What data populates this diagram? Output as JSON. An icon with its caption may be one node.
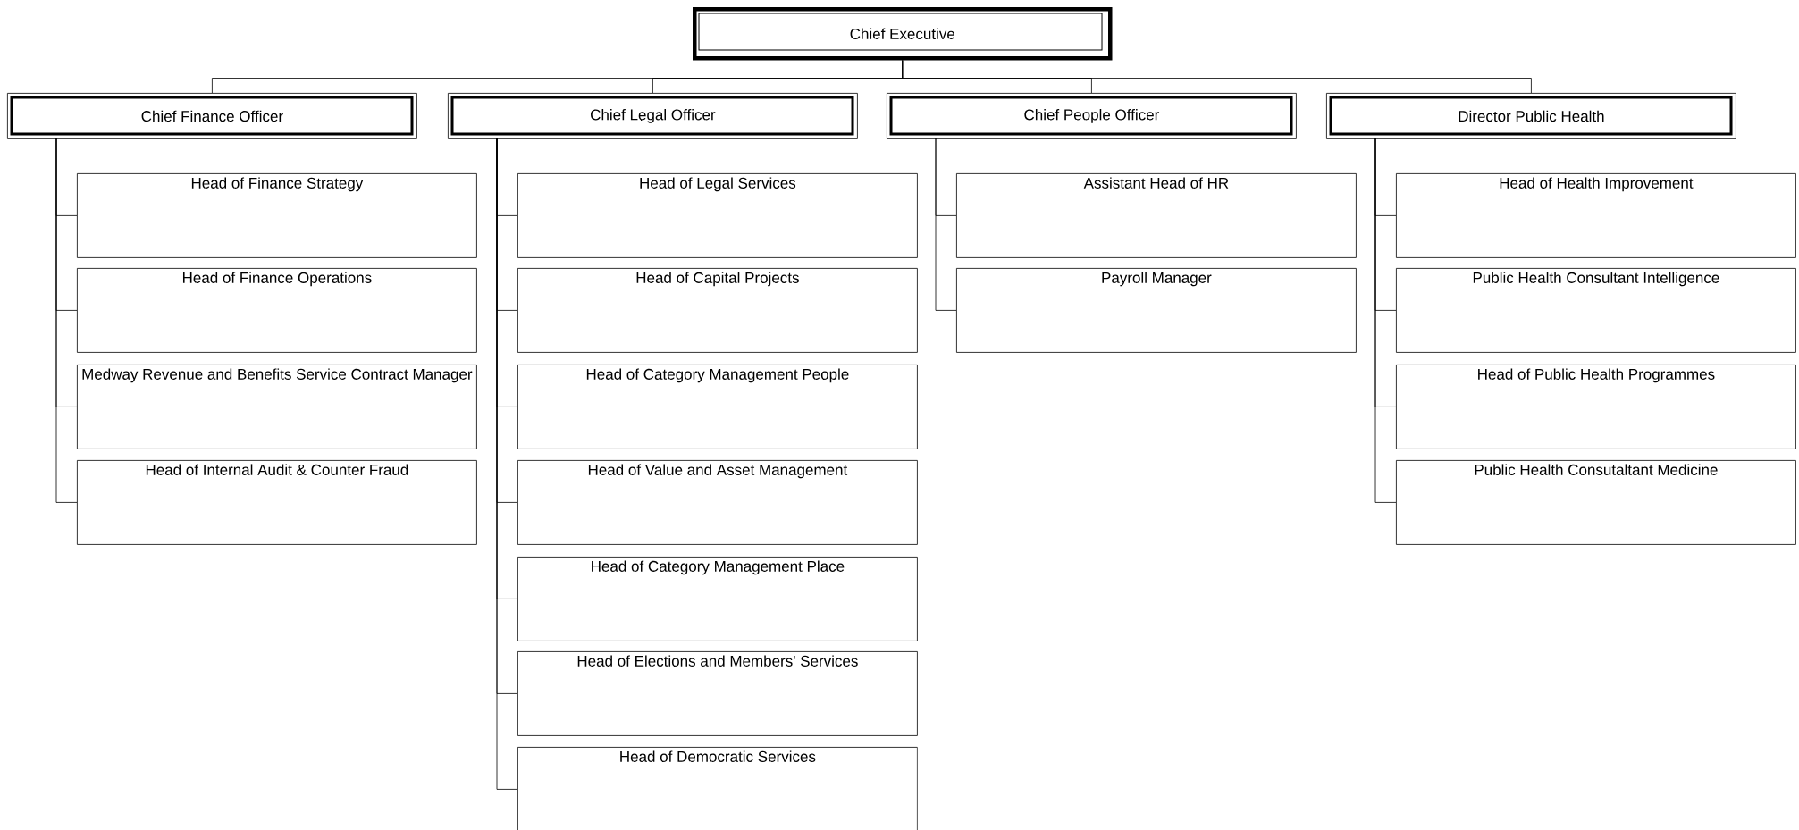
{
  "diagram": {
    "nodes": [
      {
        "text": [
          "Chief Executive"
        ]
      },
      {
        "text": [
          "Chief Finance Officer"
        ]
      },
      {
        "text": [
          "Chief Legal Officer"
        ]
      },
      {
        "text": [
          "Chief People Officer"
        ]
      },
      {
        "text": [
          "Director Public Health"
        ]
      },
      {
        "text": [
          "Head of Finance Strategy"
        ]
      },
      {
        "text": [
          "Head of Finance Operations"
        ]
      },
      {
        "text": [
          "Medway Revenue and Benefits Service Contract Manager"
        ]
      },
      {
        "text": [
          "Head of Internal Audit & Counter Fraud"
        ]
      },
      {
        "text": [
          "Head of Legal Services"
        ]
      },
      {
        "text": [
          "Head of Capital Projects"
        ]
      },
      {
        "text": [
          "Head of Category Management People"
        ]
      },
      {
        "text": [
          "Head of Value and Asset Management"
        ]
      },
      {
        "text": [
          "Head of Category Management Place"
        ]
      },
      {
        "text": [
          "Head of Elections and Members' Services"
        ]
      },
      {
        "text": [
          "Head of Democratic Services"
        ]
      },
      {
        "text": [
          "Assistant Head of HR"
        ]
      },
      {
        "text": [
          "Payroll Manager"
        ]
      },
      {
        "text": [
          "Head of Health Improvement"
        ]
      },
      {
        "text": [
          "Public Health Consultant Intelligence"
        ]
      },
      {
        "text": [
          "Head of Public Health Programmes"
        ]
      },
      {
        "text": [
          "Public Health Consutaltant Medicine"
        ]
      }
    ],
    "edges": [
      {
        "from": 0,
        "to": 1,
        "arrow": "none"
      },
      {
        "from": 0,
        "to": 2,
        "arrow": "none"
      },
      {
        "from": 0,
        "to": 3,
        "arrow": "none"
      },
      {
        "from": 0,
        "to": 4,
        "arrow": "none"
      },
      {
        "from": 1,
        "to": 5,
        "arrow": "none"
      },
      {
        "from": 1,
        "to": 6,
        "arrow": "none"
      },
      {
        "from": 1,
        "to": 7,
        "arrow": "none"
      },
      {
        "from": 1,
        "to": 8,
        "arrow": "none"
      },
      {
        "from": 2,
        "to": 9,
        "arrow": "none"
      },
      {
        "from": 2,
        "to": 10,
        "arrow": "none"
      },
      {
        "from": 2,
        "to": 11,
        "arrow": "none"
      },
      {
        "from": 2,
        "to": 12,
        "arrow": "none"
      },
      {
        "from": 2,
        "to": 13,
        "arrow": "none"
      },
      {
        "from": 2,
        "to": 14,
        "arrow": "none"
      },
      {
        "from": 2,
        "to": 15,
        "arrow": "none"
      },
      {
        "from": 3,
        "to": 16,
        "arrow": "none"
      },
      {
        "from": 3,
        "to": 17,
        "arrow": "none"
      },
      {
        "from": 4,
        "to": 18,
        "arrow": "none"
      },
      {
        "from": 4,
        "to": 19,
        "arrow": "none"
      },
      {
        "from": 4,
        "to": 20,
        "arrow": "none"
      },
      {
        "from": 4,
        "to": 21,
        "arrow": "none"
      }
    ]
  }
}
